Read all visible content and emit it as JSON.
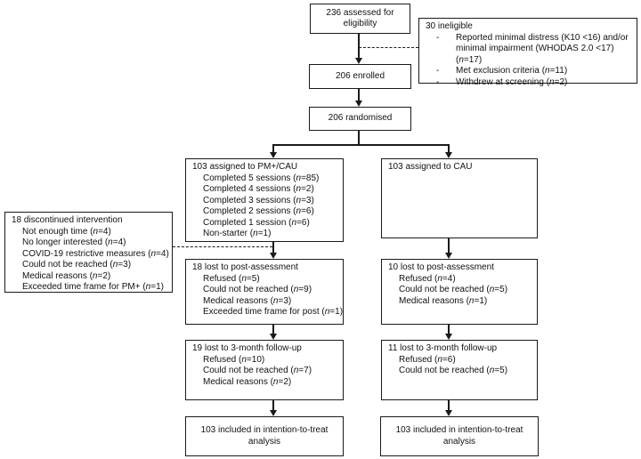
{
  "figure": {
    "type": "consort-flow-diagram",
    "colors": {
      "line": "#1a1a1a",
      "text": "#111111",
      "background": "#ffffff"
    },
    "boxes": {
      "assessed": {
        "title": "236 assessed for eligibility"
      },
      "ineligible": {
        "title": "30 ineligible",
        "items": [
          "Reported minimal distress (K10 <16) and/or\nminimal impairment (WHODAS 2.0 <17) (n=17)",
          "Met exclusion criteria (n=11)",
          "Withdrew at screening (n=2)"
        ]
      },
      "enrolled": {
        "title": "206 enrolled"
      },
      "randomised": {
        "title": "206 randomised"
      },
      "assigned_pm_cau": {
        "title": "103 assigned to PM+/CAU",
        "items": [
          "Completed 5 sessions (n=85)",
          "Completed 4 sessions (n=2)",
          "Completed 3 sessions (n=3)",
          "Completed 2 sessions (n=6)",
          "Completed 1 session (n=6)",
          "Non-starter (n=1)"
        ]
      },
      "assigned_cau": {
        "title": "103 assigned to CAU"
      },
      "discontinued": {
        "title": "18 discontinued intervention",
        "items": [
          "Not enough time (n=4)",
          "No longer interested (n=4)",
          "COVID-19 restrictive measures (n=4)",
          "Could not be reached (n=3)",
          "Medical reasons (n=2)",
          "Exceeded time frame for PM+ (n=1)"
        ]
      },
      "lost_post_pm_cau": {
        "title": "18 lost to post-assessment",
        "items": [
          "Refused (n=5)",
          "Could not be reached (n=9)",
          "Medical reasons (n=3)",
          "Exceeded time frame for post (n=1)"
        ]
      },
      "lost_post_cau": {
        "title": "10 lost to post-assessment",
        "items": [
          "Refused (n=4)",
          "Could not be reached (n=5)",
          "Medical reasons (n=1)"
        ]
      },
      "lost_fu_pm_cau": {
        "title": "19 lost to 3-month follow-up",
        "items": [
          "Refused (n=10)",
          "Could not be reached (n=7)",
          "Medical reasons (n=2)"
        ]
      },
      "lost_fu_cau": {
        "title": "11 lost to 3-month follow-up",
        "items": [
          "Refused (n=6)",
          "Could not be reached (n=5)"
        ]
      },
      "itt_pm_cau": {
        "title": "103 included in intention-to-treat analysis"
      },
      "itt_cau": {
        "title": "103 included in intention-to-treat analysis"
      }
    }
  }
}
